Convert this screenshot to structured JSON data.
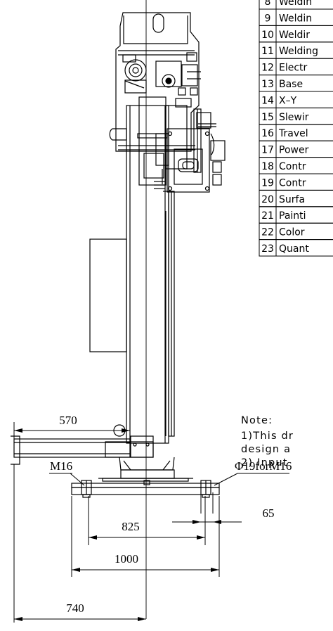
{
  "table": {
    "rows": [
      {
        "no": "8",
        "desc": "Weldin"
      },
      {
        "no": "9",
        "desc": "Weldin"
      },
      {
        "no": "10",
        "desc": "Weldir"
      },
      {
        "no": "11",
        "desc": "Welding"
      },
      {
        "no": "12",
        "desc": "Electr"
      },
      {
        "no": "13",
        "desc": "Base"
      },
      {
        "no": "14",
        "desc": "X–Y"
      },
      {
        "no": "15",
        "desc": "Slewir"
      },
      {
        "no": "16",
        "desc": "Travel"
      },
      {
        "no": "17",
        "desc": "Power"
      },
      {
        "no": "18",
        "desc": "Contr"
      },
      {
        "no": "19",
        "desc": "Contr"
      },
      {
        "no": "20",
        "desc": "Surfa"
      },
      {
        "no": "21",
        "desc": "Painti"
      },
      {
        "no": "22",
        "desc": "Color"
      },
      {
        "no": "23",
        "desc": "Quant"
      }
    ]
  },
  "notes": {
    "title": "Note:",
    "line1": "1)This dr",
    "line2": "design a",
    "line3": "2) Input"
  },
  "dimensions": {
    "d570": "570",
    "m16": "M16",
    "hole": "Φ19forM16",
    "d65": "65",
    "d825": "825",
    "d1000": "1000",
    "d740": "740"
  }
}
